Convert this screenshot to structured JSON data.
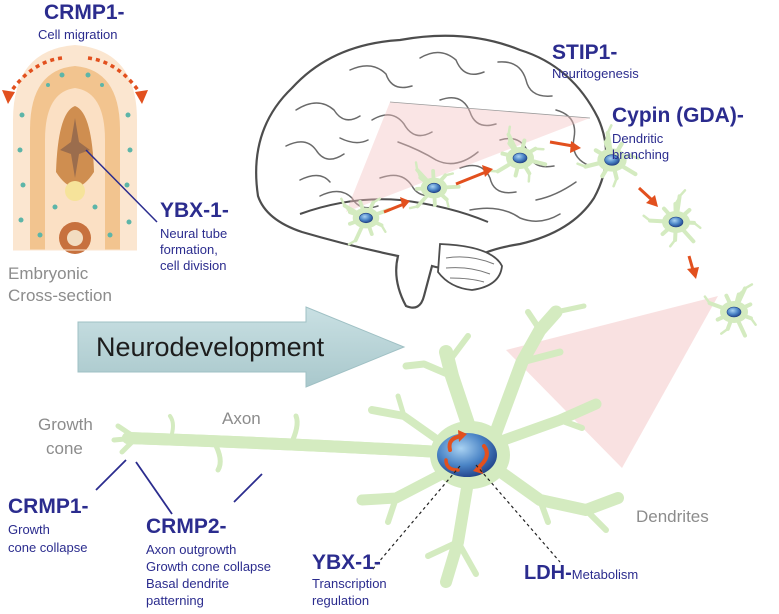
{
  "annotations": {
    "crmp1_top": {
      "name": "CRMP1-",
      "desc": [
        "Cell migration"
      ]
    },
    "ybx1_top": {
      "name": "YBX-1-",
      "desc": [
        "Neural tube",
        "formation,",
        "cell division"
      ]
    },
    "embryonic": [
      "Embryonic",
      "Cross-section"
    ],
    "stip1": {
      "name": "STIP1-",
      "desc": [
        "Neuritogenesis"
      ]
    },
    "cypin": {
      "name": "Cypin (GDA)-",
      "desc": [
        "Dendritic",
        "branching"
      ]
    },
    "banner": "Neurodevelopment",
    "growth_cone": [
      "Growth",
      "cone"
    ],
    "axon": "Axon",
    "crmp1_bottom": {
      "name": "CRMP1-",
      "desc": [
        "Growth",
        "cone collapse"
      ]
    },
    "crmp2": {
      "name": "CRMP2-",
      "desc": [
        "Axon outgrowth",
        "Growth cone collapse",
        "Basal dendrite",
        "patterning"
      ]
    },
    "ybx1_bottom": {
      "name": "YBX-1-",
      "desc": [
        "Transcription",
        "regulation"
      ]
    },
    "ldh": {
      "name": "LDH-",
      "desc": "Metabolism"
    },
    "dendrites": "Dendrites"
  },
  "colors": {
    "label_blue": "#2b2c8e",
    "label_gray": "#8c8c8c",
    "neuron_green": "#d4ebc0",
    "nucleus_blue": "#3c6fb0",
    "arrow_orange": "#e2501e",
    "embryo_orange": "#f0c28e",
    "banner_fill": "#b9d4d8"
  },
  "icons": [
    "brain-illustration",
    "neuron-icon",
    "embryo-cross-section",
    "arrow-icon"
  ]
}
